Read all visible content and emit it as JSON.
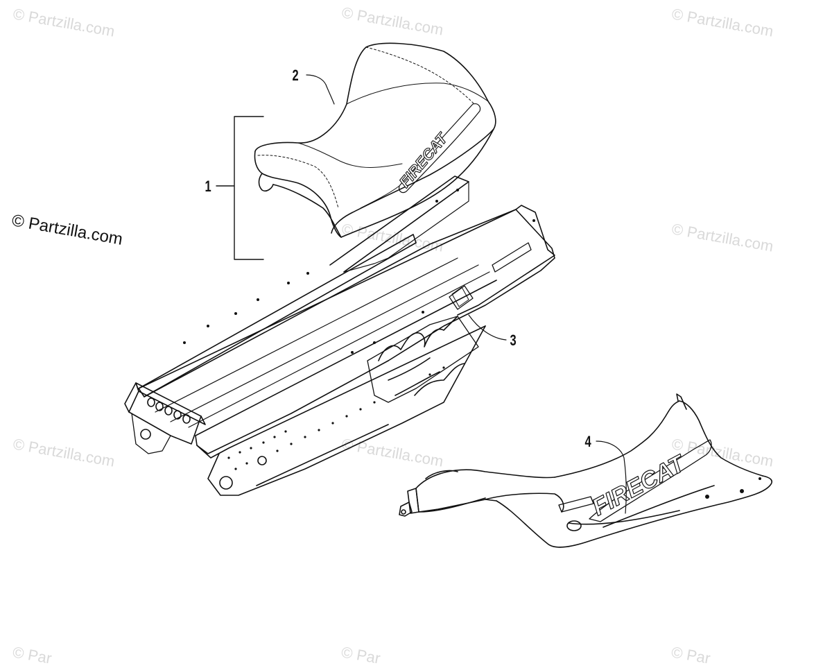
{
  "watermark": {
    "main": "© Partzilla.com",
    "faint": "© Partzilla.com",
    "faint_cut": "© Par"
  },
  "callouts": [
    {
      "number": "1",
      "part": "seat assembly"
    },
    {
      "number": "2",
      "part": "seat cover"
    },
    {
      "number": "3",
      "part": "tunnel"
    },
    {
      "number": "4",
      "part": "belly pan"
    }
  ],
  "decals": {
    "seat_logo": "FIRECAT",
    "pan_logo": "FIRECAT"
  }
}
